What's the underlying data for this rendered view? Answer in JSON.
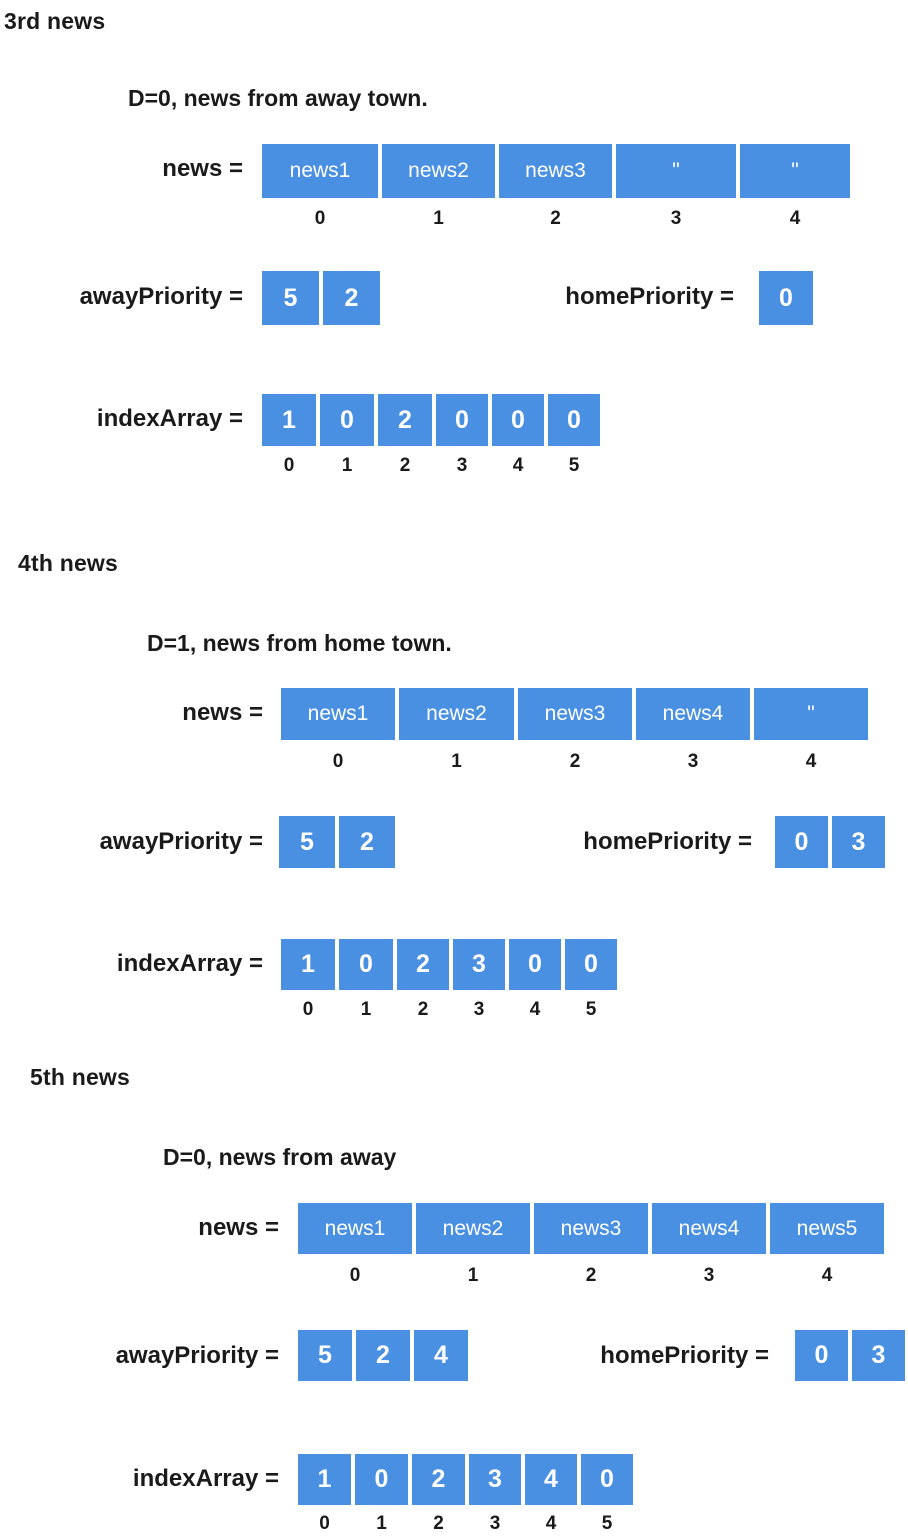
{
  "sections": [
    {
      "title": "3rd news",
      "caption": "D=0, news from away town.",
      "news_label": "news =",
      "news_cells": [
        "news1",
        "news2",
        "news3",
        "\"",
        "\""
      ],
      "news_indices": [
        "0",
        "1",
        "2",
        "3",
        "4"
      ],
      "away_label": "awayPriority =",
      "away_cells": [
        "5",
        "2"
      ],
      "home_label": "homePriority =",
      "home_cells": [
        "0"
      ],
      "index_label": "indexArray =",
      "index_cells": [
        "1",
        "0",
        "2",
        "0",
        "0",
        "0"
      ],
      "index_indices": [
        "0",
        "1",
        "2",
        "3",
        "4",
        "5"
      ]
    },
    {
      "title": "4th news",
      "caption": "D=1, news from home town.",
      "news_label": "news =",
      "news_cells": [
        "news1",
        "news2",
        "news3",
        "news4",
        "\""
      ],
      "news_indices": [
        "0",
        "1",
        "2",
        "3",
        "4"
      ],
      "away_label": "awayPriority =",
      "away_cells": [
        "5",
        "2"
      ],
      "home_label": "homePriority =",
      "home_cells": [
        "0",
        "3"
      ],
      "index_label": "indexArray =",
      "index_cells": [
        "1",
        "0",
        "2",
        "3",
        "0",
        "0"
      ],
      "index_indices": [
        "0",
        "1",
        "2",
        "3",
        "4",
        "5"
      ]
    },
    {
      "title": "5th news",
      "caption": "D=0, news from away",
      "news_label": "news =",
      "news_cells": [
        "news1",
        "news2",
        "news3",
        "news4",
        "news5"
      ],
      "news_indices": [
        "0",
        "1",
        "2",
        "3",
        "4"
      ],
      "away_label": "awayPriority =",
      "away_cells": [
        "5",
        "2",
        "4"
      ],
      "home_label": "homePriority =",
      "home_cells": [
        "0",
        "3"
      ],
      "index_label": "indexArray =",
      "index_cells": [
        "1",
        "0",
        "2",
        "3",
        "4",
        "0"
      ],
      "index_indices": [
        "0",
        "1",
        "2",
        "3",
        "4",
        "5"
      ]
    }
  ],
  "colors": {
    "cell_fill": "#4a90e2",
    "cell_border": "#ffffff",
    "text": "#1a1a1a"
  }
}
